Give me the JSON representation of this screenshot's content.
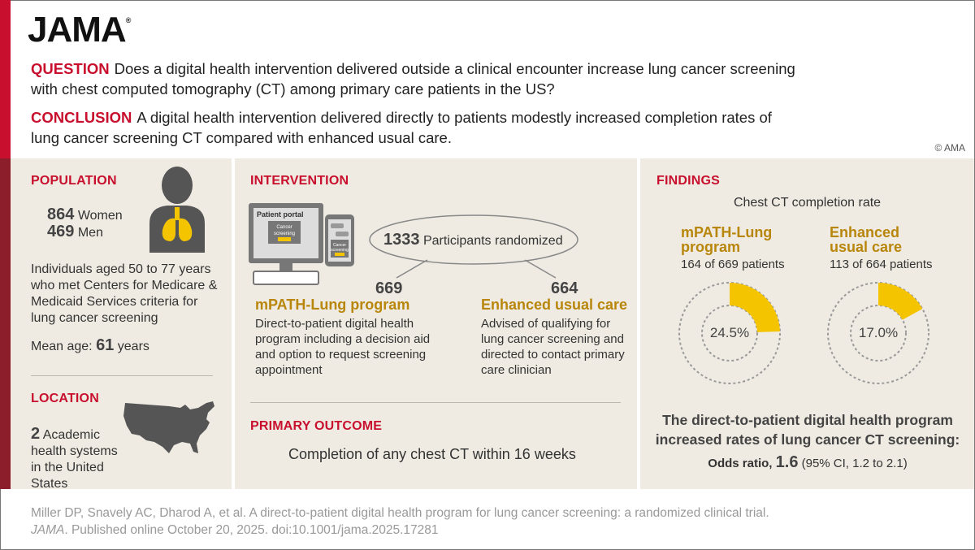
{
  "brand": "JAMA",
  "question": {
    "label": "QUESTION",
    "text": "Does a digital health intervention delivered outside a clinical encounter increase lung cancer screening with chest computed tomography (CT) among primary care patients in the US?"
  },
  "conclusion": {
    "label": "CONCLUSION",
    "text": "A digital health intervention delivered directly to patients modestly increased completion rates of lung cancer screening CT compared with enhanced usual care."
  },
  "copyright": "© AMA",
  "population": {
    "heading": "POPULATION",
    "women_count": "864",
    "women_label": "Women",
    "men_count": "469",
    "men_label": "Men",
    "criteria": "Individuals aged 50 to 77 years who met Centers for Medicare & Medicaid Services criteria for lung cancer screening",
    "mean_age_label": "Mean age:",
    "mean_age_value": "61",
    "mean_age_unit": "years"
  },
  "location": {
    "heading": "LOCATION",
    "count": "2",
    "text_line1": "Academic",
    "text_rest": "health systems in the United States"
  },
  "intervention": {
    "heading": "INTERVENTION",
    "portal_label": "Patient portal",
    "screen_label_1": "Cancer",
    "screen_label_2": "screening",
    "randomized_count": "1333",
    "randomized_label": "Participants randomized",
    "arm1_count": "669",
    "arm1_name": "mPATH-Lung program",
    "arm1_desc": "Direct-to-patient digital health program including a decision aid and option to request screening appointment",
    "arm2_count": "664",
    "arm2_name": "Enhanced usual care",
    "arm2_desc": "Advised of qualifying for lung cancer screening and directed to contact primary care clinician"
  },
  "primary_outcome": {
    "heading": "PRIMARY OUTCOME",
    "text": "Completion of any chest CT within 16 weeks"
  },
  "findings": {
    "heading": "FINDINGS",
    "subtitle": "Chest CT completion rate",
    "arm1_name_1": "mPATH-Lung",
    "arm1_name_2": "program",
    "arm1_patients": "164 of 669 patients",
    "arm1_rate": 24.5,
    "arm1_rate_label": "24.5%",
    "arm2_name_1": "Enhanced",
    "arm2_name_2": "usual care",
    "arm2_patients": "113 of 664 patients",
    "arm2_rate": 17.0,
    "arm2_rate_label": "17.0%",
    "summary": "The direct-to-patient digital health program increased rates of lung cancer CT screening:",
    "or_label": "Odds ratio,",
    "or_value": "1.6",
    "or_ci": "(95% CI, 1.2 to 2.1)"
  },
  "citation": {
    "line1": "Miller DP, Snavely AC, Dharod A, et al. A direct-to-patient digital health program for lung cancer screening: a randomized clinical trial.",
    "journal": "JAMA",
    "line2_rest": ". Published online October 20, 2025. doi:10.1001/jama.2025.17281"
  },
  "colors": {
    "red": "#c8102e",
    "gold": "#b8860b",
    "yellow": "#f5c400",
    "panel": "#efebe2"
  }
}
